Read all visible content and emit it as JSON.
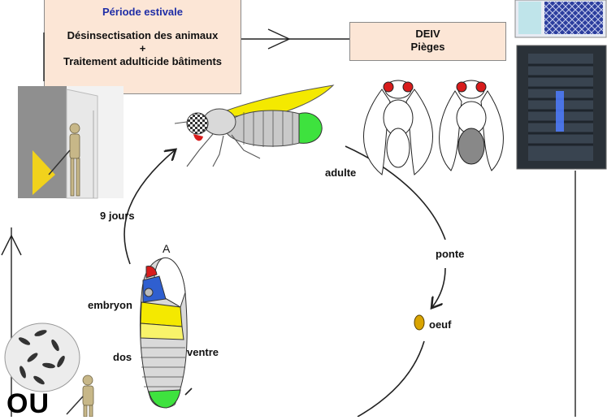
{
  "summer_box": {
    "title": "Période estivale",
    "line1": "Désinsectisation des animaux",
    "line2": "+",
    "line3": "Traitement adulticide bâtiments"
  },
  "deiv_box": {
    "line1": "DEIV",
    "line2": "Pièges"
  },
  "labels": {
    "adulte": "adulte",
    "ponte": "ponte",
    "oeuf": "oeuf",
    "nine_days": "9 jours",
    "embryon": "embryon",
    "dos": "dos",
    "ventre": "ventre",
    "a_letter": "A",
    "ou": "OU"
  },
  "colors": {
    "box_fill": "#fce6d6",
    "title_blue": "#1f2ea6",
    "egg": "#d9a400",
    "wing_yellow": "#f4e900",
    "abdomen_green": "#3ee23e",
    "head_blue": "#2f5fd0",
    "head_red": "#d81c1c"
  }
}
